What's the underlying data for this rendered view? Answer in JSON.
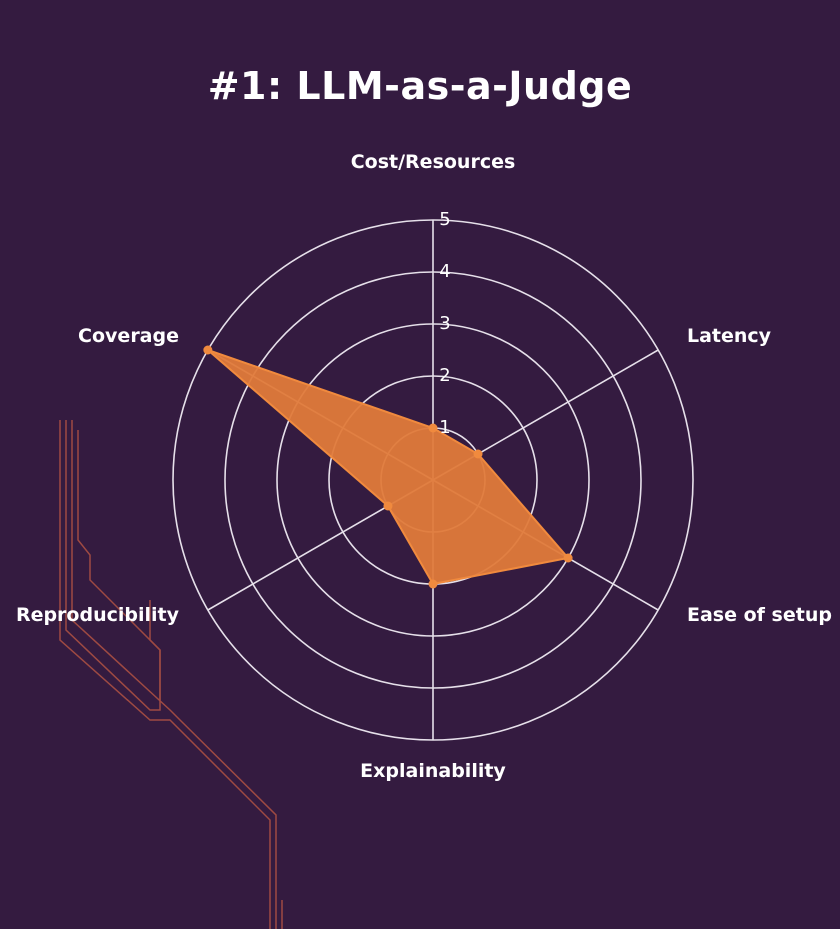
{
  "title": "#1: LLM-as-a-Judge",
  "chart_data": {
    "type": "radar",
    "axes": [
      "Cost/Resources",
      "Latency",
      "Ease of setup",
      "Explainability",
      "Reproducibility",
      "Coverage"
    ],
    "series": [
      {
        "values": [
          1,
          1,
          3,
          2,
          1,
          5
        ]
      }
    ],
    "ticks": [
      "1",
      "2",
      "3",
      "4",
      "5"
    ],
    "range": [
      0,
      5
    ],
    "grid": true,
    "colors": {
      "background": "#341b40",
      "fill": "#e07a3a",
      "line": "#f08a3e",
      "grid": "#e6e0ea",
      "decor": "#9e4a42"
    }
  }
}
